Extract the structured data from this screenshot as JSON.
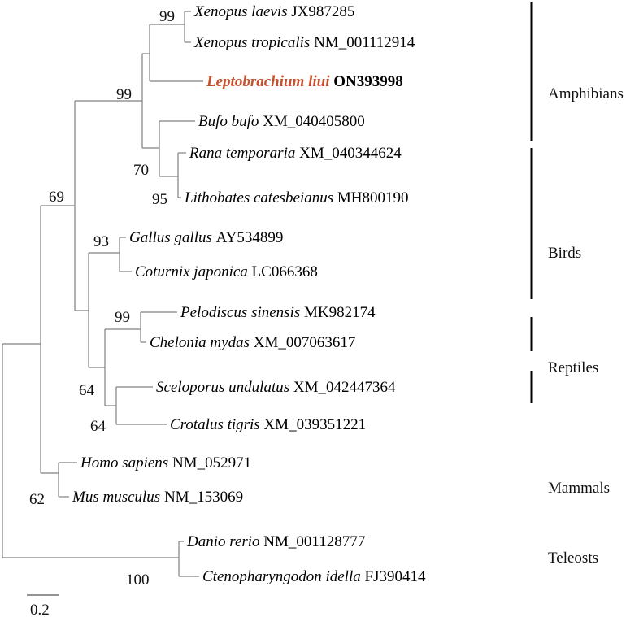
{
  "tree": {
    "tips": [
      {
        "id": "xl",
        "species": "Xenopus laevis",
        "accession": "JX987285",
        "highlight": false
      },
      {
        "id": "xt",
        "species": "Xenopus tropicalis",
        "accession": "NM_001112914",
        "highlight": false
      },
      {
        "id": "ll",
        "species": "Leptobrachium liui",
        "accession": "ON393998",
        "highlight": true
      },
      {
        "id": "bb",
        "species": "Bufo bufo",
        "accession": "XM_040405800",
        "highlight": false
      },
      {
        "id": "rt",
        "species": "Rana temporaria",
        "accession": "XM_040344624",
        "highlight": false
      },
      {
        "id": "lc",
        "species": "Lithobates catesbeianus",
        "accession": "MH800190",
        "highlight": false
      },
      {
        "id": "gg",
        "species": "Gallus gallus",
        "accession": "AY534899",
        "highlight": false
      },
      {
        "id": "cj",
        "species": "Coturnix japonica",
        "accession": "LC066368",
        "highlight": false
      },
      {
        "id": "ps",
        "species": "Pelodiscus sinensis",
        "accession": "MK982174",
        "highlight": false
      },
      {
        "id": "cm",
        "species": "Chelonia mydas",
        "accession": "XM_007063617",
        "highlight": false
      },
      {
        "id": "su",
        "species": "Sceloporus undulatus",
        "accession": "XM_042447364",
        "highlight": false
      },
      {
        "id": "ct",
        "species": "Crotalus tigris",
        "accession": "XM_039351221",
        "highlight": false
      },
      {
        "id": "hs",
        "species": "Homo sapiens",
        "accession": "NM_052971",
        "highlight": false
      },
      {
        "id": "mm",
        "species": "Mus musculus",
        "accession": "NM_153069",
        "highlight": false
      },
      {
        "id": "dr",
        "species": "Danio rerio",
        "accession": "NM_001128777",
        "highlight": false
      },
      {
        "id": "ci",
        "species": "Ctenopharyngodon idella",
        "accession": "FJ390414",
        "highlight": false
      }
    ],
    "newick": "((((((Xenopus_laevis,Xenopus_tropicalis)99,Leptobrachium_liui),(Bufo_bufo,(Rana_temporaria,Lithobates_catesbeianus)95)70)99,((Gallus_gallus,Coturnix_japonica)93,((Pelodiscus_sinensis,Chelonia_mydas)99,(Sceloporus_undulatus,Crotalus_tigris)64)64))69,(Homo_sapiens,Mus_musculus)62),(Danio_rerio,Ctenopharyngodon_idella)100);",
    "bootstrap_values": [
      {
        "node": "xenopus",
        "value": "99"
      },
      {
        "node": "amphibians",
        "value": "99"
      },
      {
        "node": "tetrapods-nonmammal",
        "value": "69"
      },
      {
        "node": "bufo-ranids",
        "value": "70"
      },
      {
        "node": "ranids",
        "value": "95"
      },
      {
        "node": "birds",
        "value": "93"
      },
      {
        "node": "turtles",
        "value": "99"
      },
      {
        "node": "reptiles",
        "value": "64"
      },
      {
        "node": "squamates",
        "value": "64"
      },
      {
        "node": "mammals",
        "value": "62"
      },
      {
        "node": "teleosts",
        "value": "100"
      }
    ],
    "clades": [
      {
        "name": "Amphibians"
      },
      {
        "name": "Birds"
      },
      {
        "name": "Reptiles"
      },
      {
        "name": "Mammals"
      },
      {
        "name": "Teleosts"
      }
    ],
    "scale_bar": {
      "value": "0.2"
    },
    "colors": {
      "highlight": "#c8502c",
      "branch": "#808080",
      "clade_bar": "#000000"
    }
  }
}
